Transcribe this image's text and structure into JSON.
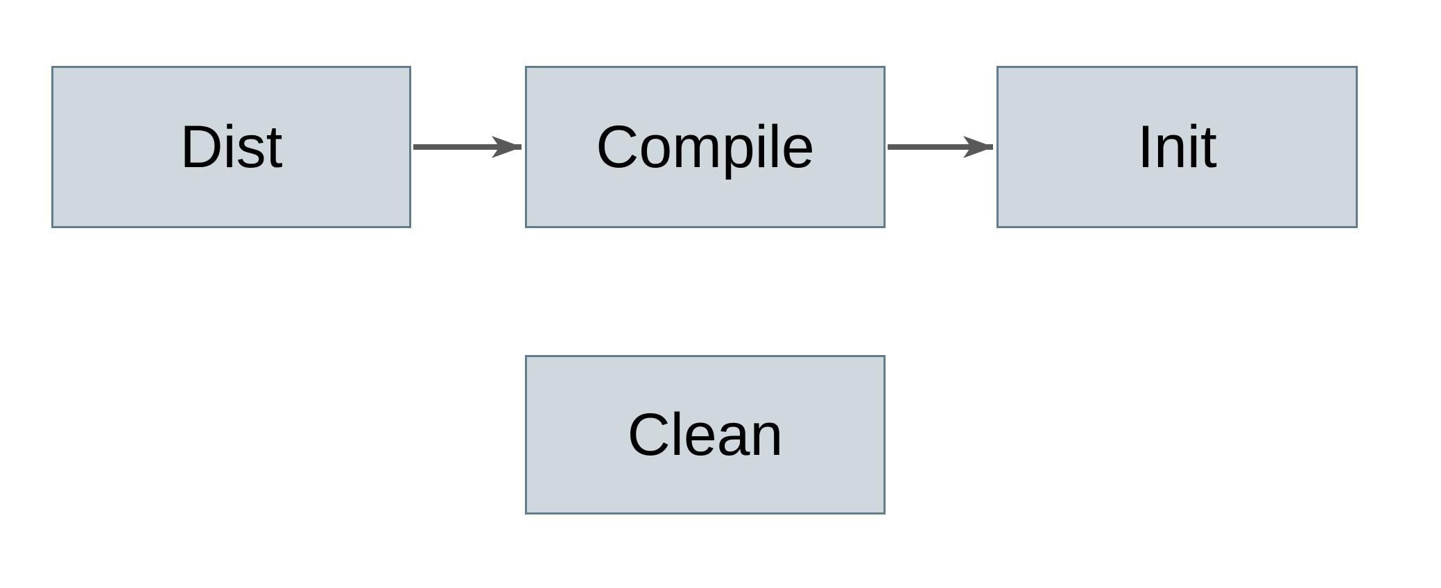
{
  "diagram": {
    "colors": {
      "canvas_bg": "#ffffff",
      "node_fill": "#cfd8dc",
      "node_border": "#5f7d8c",
      "arrow": "#595959",
      "text": "#000000"
    },
    "nodes": [
      {
        "id": "dist",
        "label": "Dist"
      },
      {
        "id": "compile",
        "label": "Compile"
      },
      {
        "id": "init",
        "label": "Init"
      },
      {
        "id": "clean",
        "label": "Clean"
      }
    ],
    "edges": [
      {
        "from": "dist",
        "to": "compile"
      },
      {
        "from": "compile",
        "to": "init"
      }
    ]
  }
}
